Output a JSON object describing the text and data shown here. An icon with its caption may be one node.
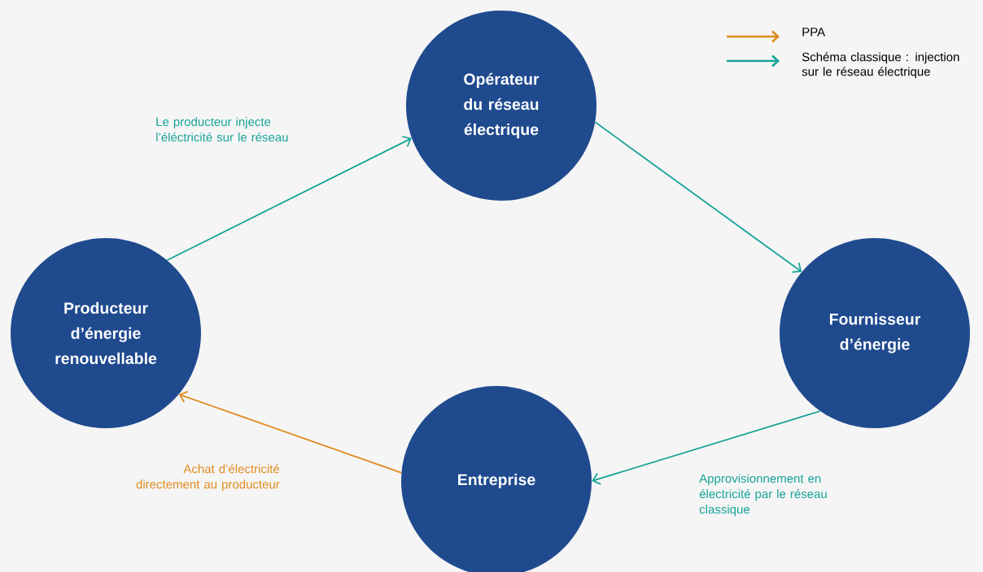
{
  "diagram": {
    "nodes": [
      {
        "text": [
          "Opérateur du réseau électrique"
        ]
      },
      {
        "text": [
          "Fournisseur d’énergie"
        ]
      },
      {
        "text": [
          "Entreprise"
        ]
      },
      {
        "text": [
          "Producteur d’énergie renouvellable"
        ]
      }
    ],
    "edges": [
      {
        "from": 3,
        "to": 0,
        "arrow": "to",
        "label": "Le producteur injecte l’éléctricité sur le réseau"
      },
      {
        "from": 0,
        "to": 1,
        "arrow": "to"
      },
      {
        "from": 1,
        "to": 2,
        "arrow": "to",
        "label": "Approvisionnement en électricité par le réseau classique"
      },
      {
        "from": 2,
        "to": 3,
        "arrow": "to",
        "label": "Achat d’électricité directement au producteur",
        "color": "#e08a1e"
      }
    ],
    "legend": [
      {
        "text": "PPA",
        "color": "#e08a1e"
      },
      {
        "text": "Schéma classique : injection sur le réseau électrique",
        "color": "#17a398"
      }
    ]
  }
}
